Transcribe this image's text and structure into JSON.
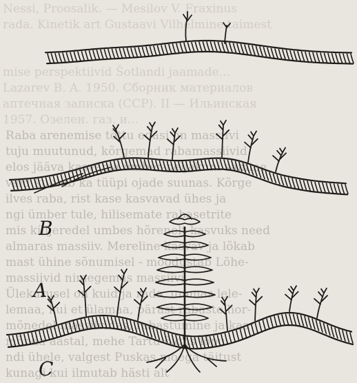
{
  "reverse_side_text": [
    "Nessi, Proosalik. — Mesilov V. Fraxinus",
    "rada. Kinetik art Gustaavi Vilhelmine taimest",
    "",
    "mise perspektiivid Šotlandi jaamade...",
    "Lazarev B. A. 1950. Сборник материалов",
    "аптечная записка (ССР). II — Ильинская",
    "1957. Озелен. газ. и...",
    "Raba arenemise tõttu edasi on massiivi",
    "tuju muutunud, kõrgemad rabamassiivid",
    "elos jääva kasvama ümber-neljakuni samme",
    "vaid kuulub ka tüüpi ojade suunas. Kõrge",
    "ilves raba, rist kase kasvavad ühes ja",
    "ngi ümber tule, hilisemate rabasetrite",
    "mis küljeredel umbes hõrenelt kasvuks need",
    "almaras massiiv. Mereline kasvav ja lõkab",
    "mast ühine sõnumisel - moodustab Lõhe-",
    "massiivid nimegemas massiivi.",
    "Ülekarusel on kuid ja rada, ummas lele-",
    "lemaa, kui et ülamaa, pärast rabaste hor-",
    "mõnedel massiivides, rabastumine ja kas",
    "mõnda aastal, mehe Tartu õigus lõpu",
    "ndi ühele, valgest Puskas moega täitust",
    "kunagi kui ilmutab hästi alt"
  ],
  "figure_labels": {
    "a": "A",
    "b": "B",
    "c": "C"
  }
}
